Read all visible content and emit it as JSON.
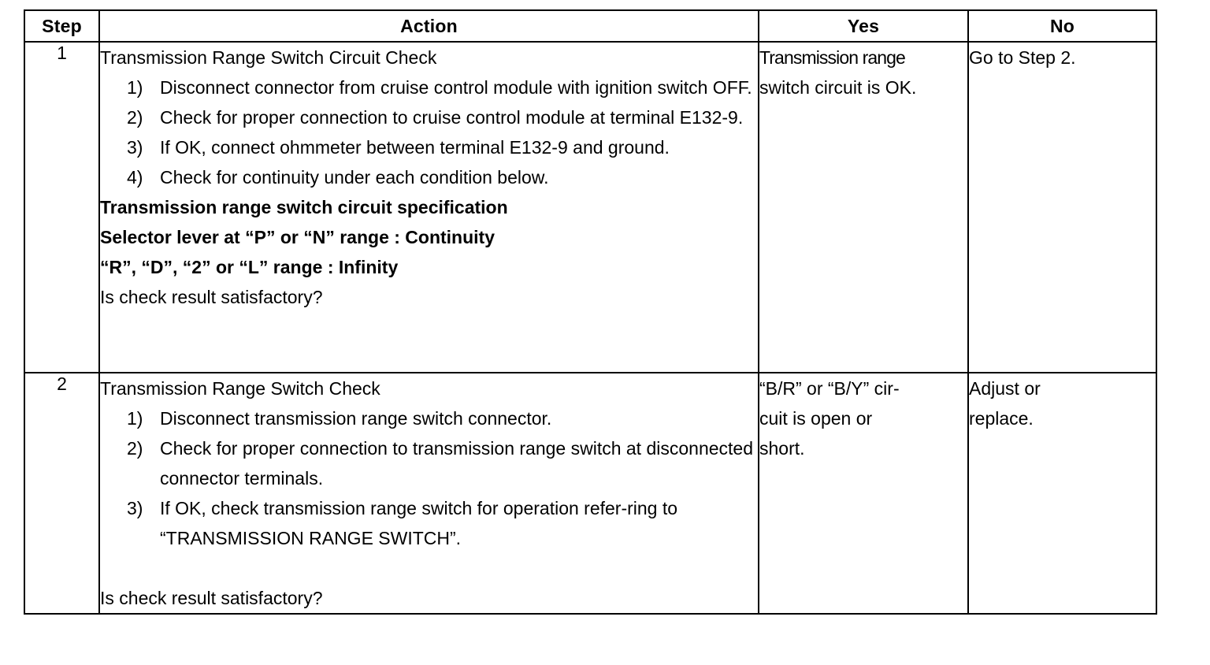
{
  "table": {
    "headers": {
      "step": "Step",
      "action": "Action",
      "yes": "Yes",
      "no": "No"
    },
    "rows": [
      {
        "step": "1",
        "action": {
          "title": "Transmission Range Switch Circuit Check",
          "items": [
            {
              "marker": "1)",
              "text": "Disconnect connector from cruise control module with ignition switch OFF."
            },
            {
              "marker": "2)",
              "text": "Check for proper connection to cruise control module at terminal E132-9."
            },
            {
              "marker": "3)",
              "text": "If OK, connect ohmmeter between terminal E132-9 and ground."
            },
            {
              "marker": "4)",
              "text": "Check for continuity under each condition below."
            }
          ],
          "spec_lines": [
            "Transmission range switch circuit specification",
            "Selector lever at “P” or “N” range : Continuity",
            "“R”, “D”, “2” or “L” range : Infinity"
          ],
          "question": "Is check result satisfactory?"
        },
        "yes": [
          "Transmission range",
          "switch circuit is OK."
        ],
        "no": [
          "Go to Step 2."
        ]
      },
      {
        "step": "2",
        "action": {
          "title": "Transmission Range Switch Check",
          "items": [
            {
              "marker": "1)",
              "text": "Disconnect transmission range switch connector."
            },
            {
              "marker": "2)",
              "text": "Check for proper connection to transmission range switch at disconnected connector terminals."
            },
            {
              "marker": "3)",
              "text": "If OK, check transmission range switch for operation refer-ring to “TRANSMISSION RANGE SWITCH”."
            }
          ],
          "spec_lines": [],
          "question": "Is check result satisfactory?"
        },
        "yes": [
          "“B/R” or “B/Y” cir-",
          "cuit is open or",
          "short."
        ],
        "no": [
          "Adjust or",
          "replace."
        ]
      }
    ]
  }
}
